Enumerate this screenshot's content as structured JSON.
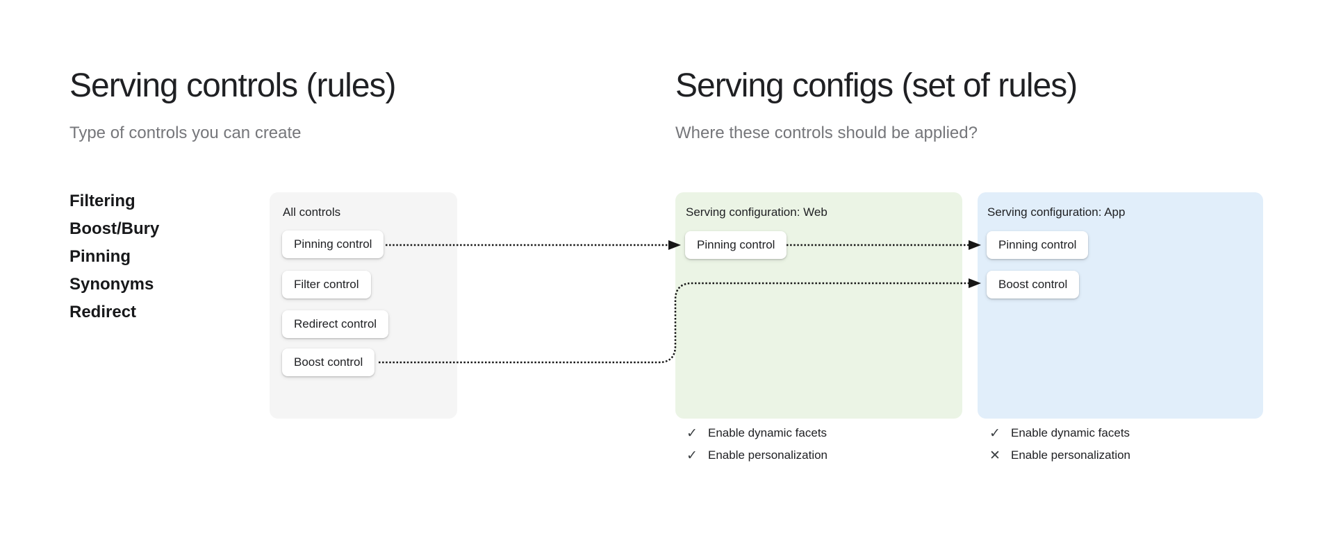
{
  "sections": {
    "controls": {
      "title": "Serving controls (rules)",
      "subtitle": "Type of controls you can create",
      "control_types": [
        "Filtering",
        "Boost/Bury",
        "Pinning",
        "Synonyms",
        "Redirect"
      ]
    },
    "configs": {
      "title": "Serving configs (set of rules)",
      "subtitle": "Where these controls should be applied?"
    }
  },
  "cards": {
    "all_controls": {
      "label": "All controls",
      "chips": [
        "Pinning control",
        "Filter control",
        "Redirect control",
        "Boost control"
      ]
    },
    "web": {
      "label": "Serving configuration: Web",
      "chips": [
        "Pinning control"
      ],
      "features": [
        {
          "name": "Enable dynamic facets",
          "enabled": true,
          "icon": "✓"
        },
        {
          "name": "Enable personalization",
          "enabled": true,
          "icon": "✓"
        }
      ]
    },
    "app": {
      "label": "Serving configuration: App",
      "chips": [
        "Pinning control",
        "Boost control"
      ],
      "features": [
        {
          "name": "Enable dynamic facets",
          "enabled": true,
          "icon": "✓"
        },
        {
          "name": "Enable personalization",
          "enabled": false,
          "icon": "✕"
        }
      ]
    }
  },
  "connections": [
    {
      "from": "All controls / Pinning control",
      "to": "Serving configuration: Web / Pinning control",
      "style": "dotted-arrow"
    },
    {
      "from": "Serving configuration: Web / Pinning control",
      "to": "Serving configuration: App / Pinning control",
      "style": "dotted-arrow"
    },
    {
      "from": "All controls / Boost control",
      "to": "Serving configuration: App / Boost control",
      "style": "dotted-arrow"
    }
  ],
  "colors": {
    "background": "#FFFFFF",
    "card_neutral": "#F5F5F5",
    "card_web": "#EBF4E5",
    "card_app": "#E1EEFA",
    "chip": "#FFFFFF",
    "title": "#1F2023",
    "subtitle": "#75767A",
    "feature_icon": "#3C4043",
    "arrow": "#161616"
  }
}
